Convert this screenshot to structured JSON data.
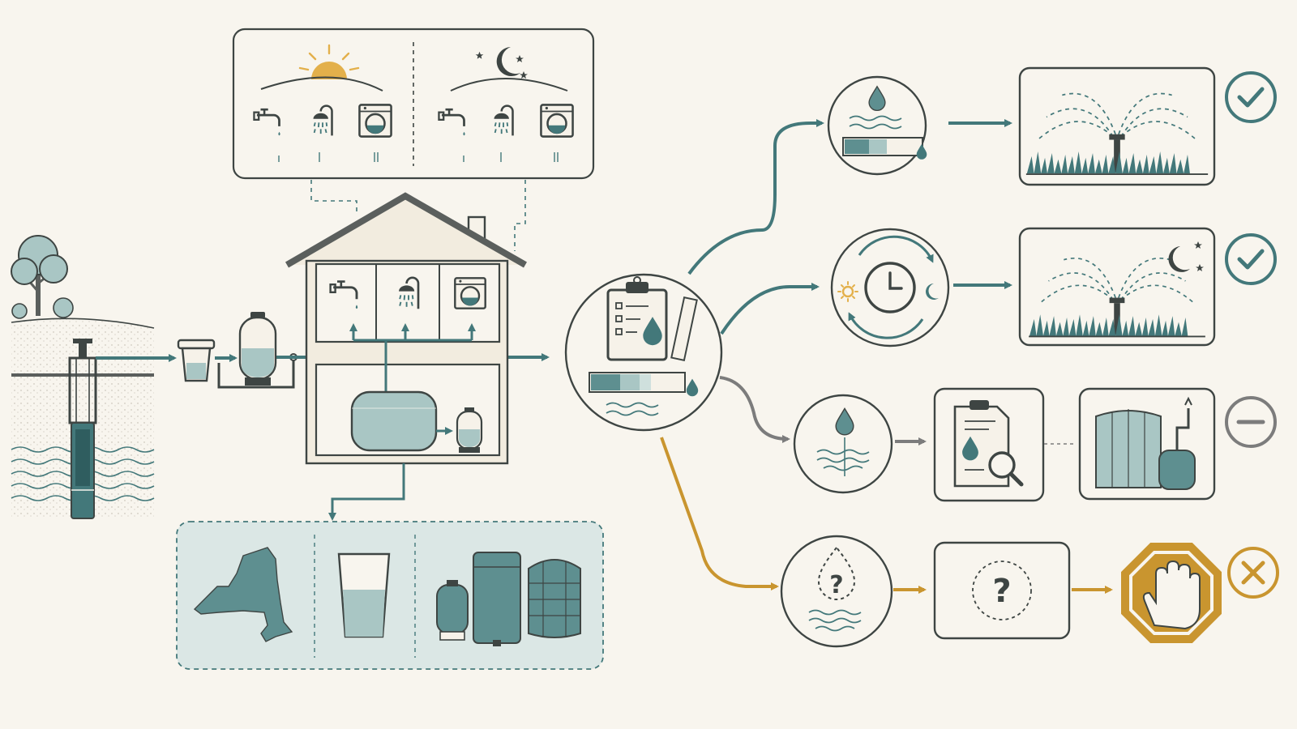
{
  "colors": {
    "background": "#f8f5ee",
    "ink": "#3e4543",
    "teal": "#43787a",
    "teal_light": "#a9c6c4",
    "teal_fill": "#cfe0dd",
    "gray": "#7c7c7c",
    "gold": "#c9952f",
    "gold_light": "#e3b04b",
    "panel": "#f6f2e9",
    "panel_blue": "#dbe7e5"
  },
  "glyphs": {
    "unknown": "?"
  },
  "icons": [
    "well-pump-icon",
    "sediment-filter-icon",
    "pressure-tank-icon",
    "house-icon",
    "faucet-icon",
    "shower-icon",
    "washing-machine-icon",
    "sun-icon",
    "moon-icon",
    "clipboard-icon",
    "water-drop-icon",
    "water-meter-icon",
    "clock-icon",
    "sprinkler-icon",
    "check-icon",
    "minus-icon",
    "x-icon",
    "stop-hand-icon",
    "magnifier-icon",
    "state-map-icon",
    "water-glass-icon",
    "storage-tank-icon"
  ],
  "outcomes": [
    {
      "status": "approved",
      "color": "teal"
    },
    {
      "status": "approved",
      "color": "teal"
    },
    {
      "status": "neutral",
      "color": "gray"
    },
    {
      "status": "rejected",
      "color": "gold"
    }
  ]
}
